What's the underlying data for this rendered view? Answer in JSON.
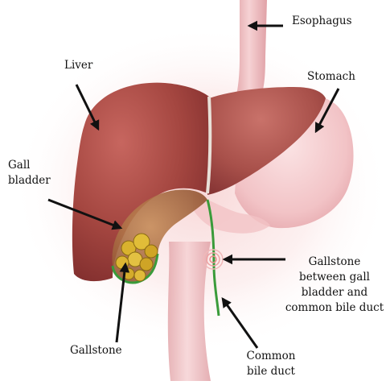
{
  "diagram": {
    "labels": {
      "esophagus": [
        "Esophagus"
      ],
      "liver": [
        "Liver"
      ],
      "stomach": [
        "Stomach"
      ],
      "gall_bladder": [
        "Gall",
        "bladder"
      ],
      "gallstone_lower": [
        "Gallstone"
      ],
      "gallstone_between": [
        "Gallstone",
        "between gall",
        "bladder and",
        "common bile duct"
      ],
      "common_bile_duct": [
        "Common",
        "bile duct"
      ]
    },
    "colors": {
      "liver": "#9c3a3a",
      "liver_highlight": "#c46b62",
      "stomach": "#f3c9cb",
      "esophagus": "#f0bfc2",
      "gallbladder": "#a86a3c",
      "duct": "#3a9b3a",
      "stone": "#d8b22a",
      "arrow": "#111111"
    }
  }
}
